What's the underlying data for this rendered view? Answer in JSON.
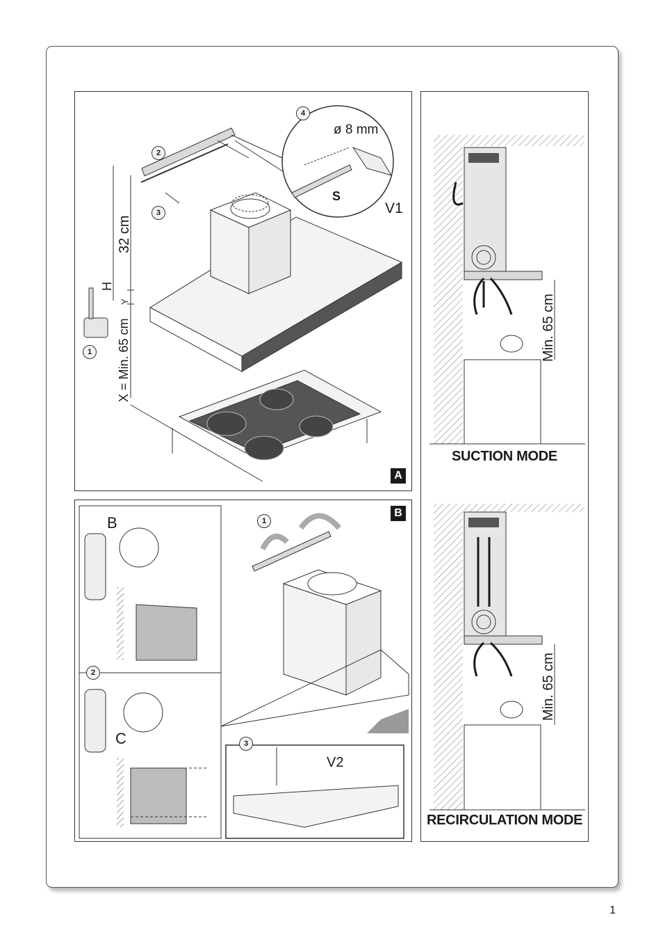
{
  "page_number": "1",
  "panel_a": {
    "tag": "A",
    "steps": [
      "1",
      "2",
      "3",
      "4"
    ],
    "drill_size": "ø 8 mm",
    "screw_v1": "V1",
    "bracket_s": "S",
    "height_h": "H",
    "dim_32": "32 cm",
    "dim_y": "Y",
    "dim_x": "X = Min. 65 cm"
  },
  "panel_b": {
    "tag": "B",
    "steps": [
      "1",
      "2",
      "3"
    ],
    "label_b": "B",
    "label_c": "C",
    "screw_v2": "V2"
  },
  "suction": {
    "title": "SUCTION MODE",
    "min_dim": "Min. 65 cm"
  },
  "recirculation": {
    "title": "RECIRCULATION MODE",
    "min_dim": "Min. 65 cm"
  },
  "colors": {
    "ink": "#1a1a1a",
    "grey": "#d9d9d9",
    "dark": "#555555"
  }
}
